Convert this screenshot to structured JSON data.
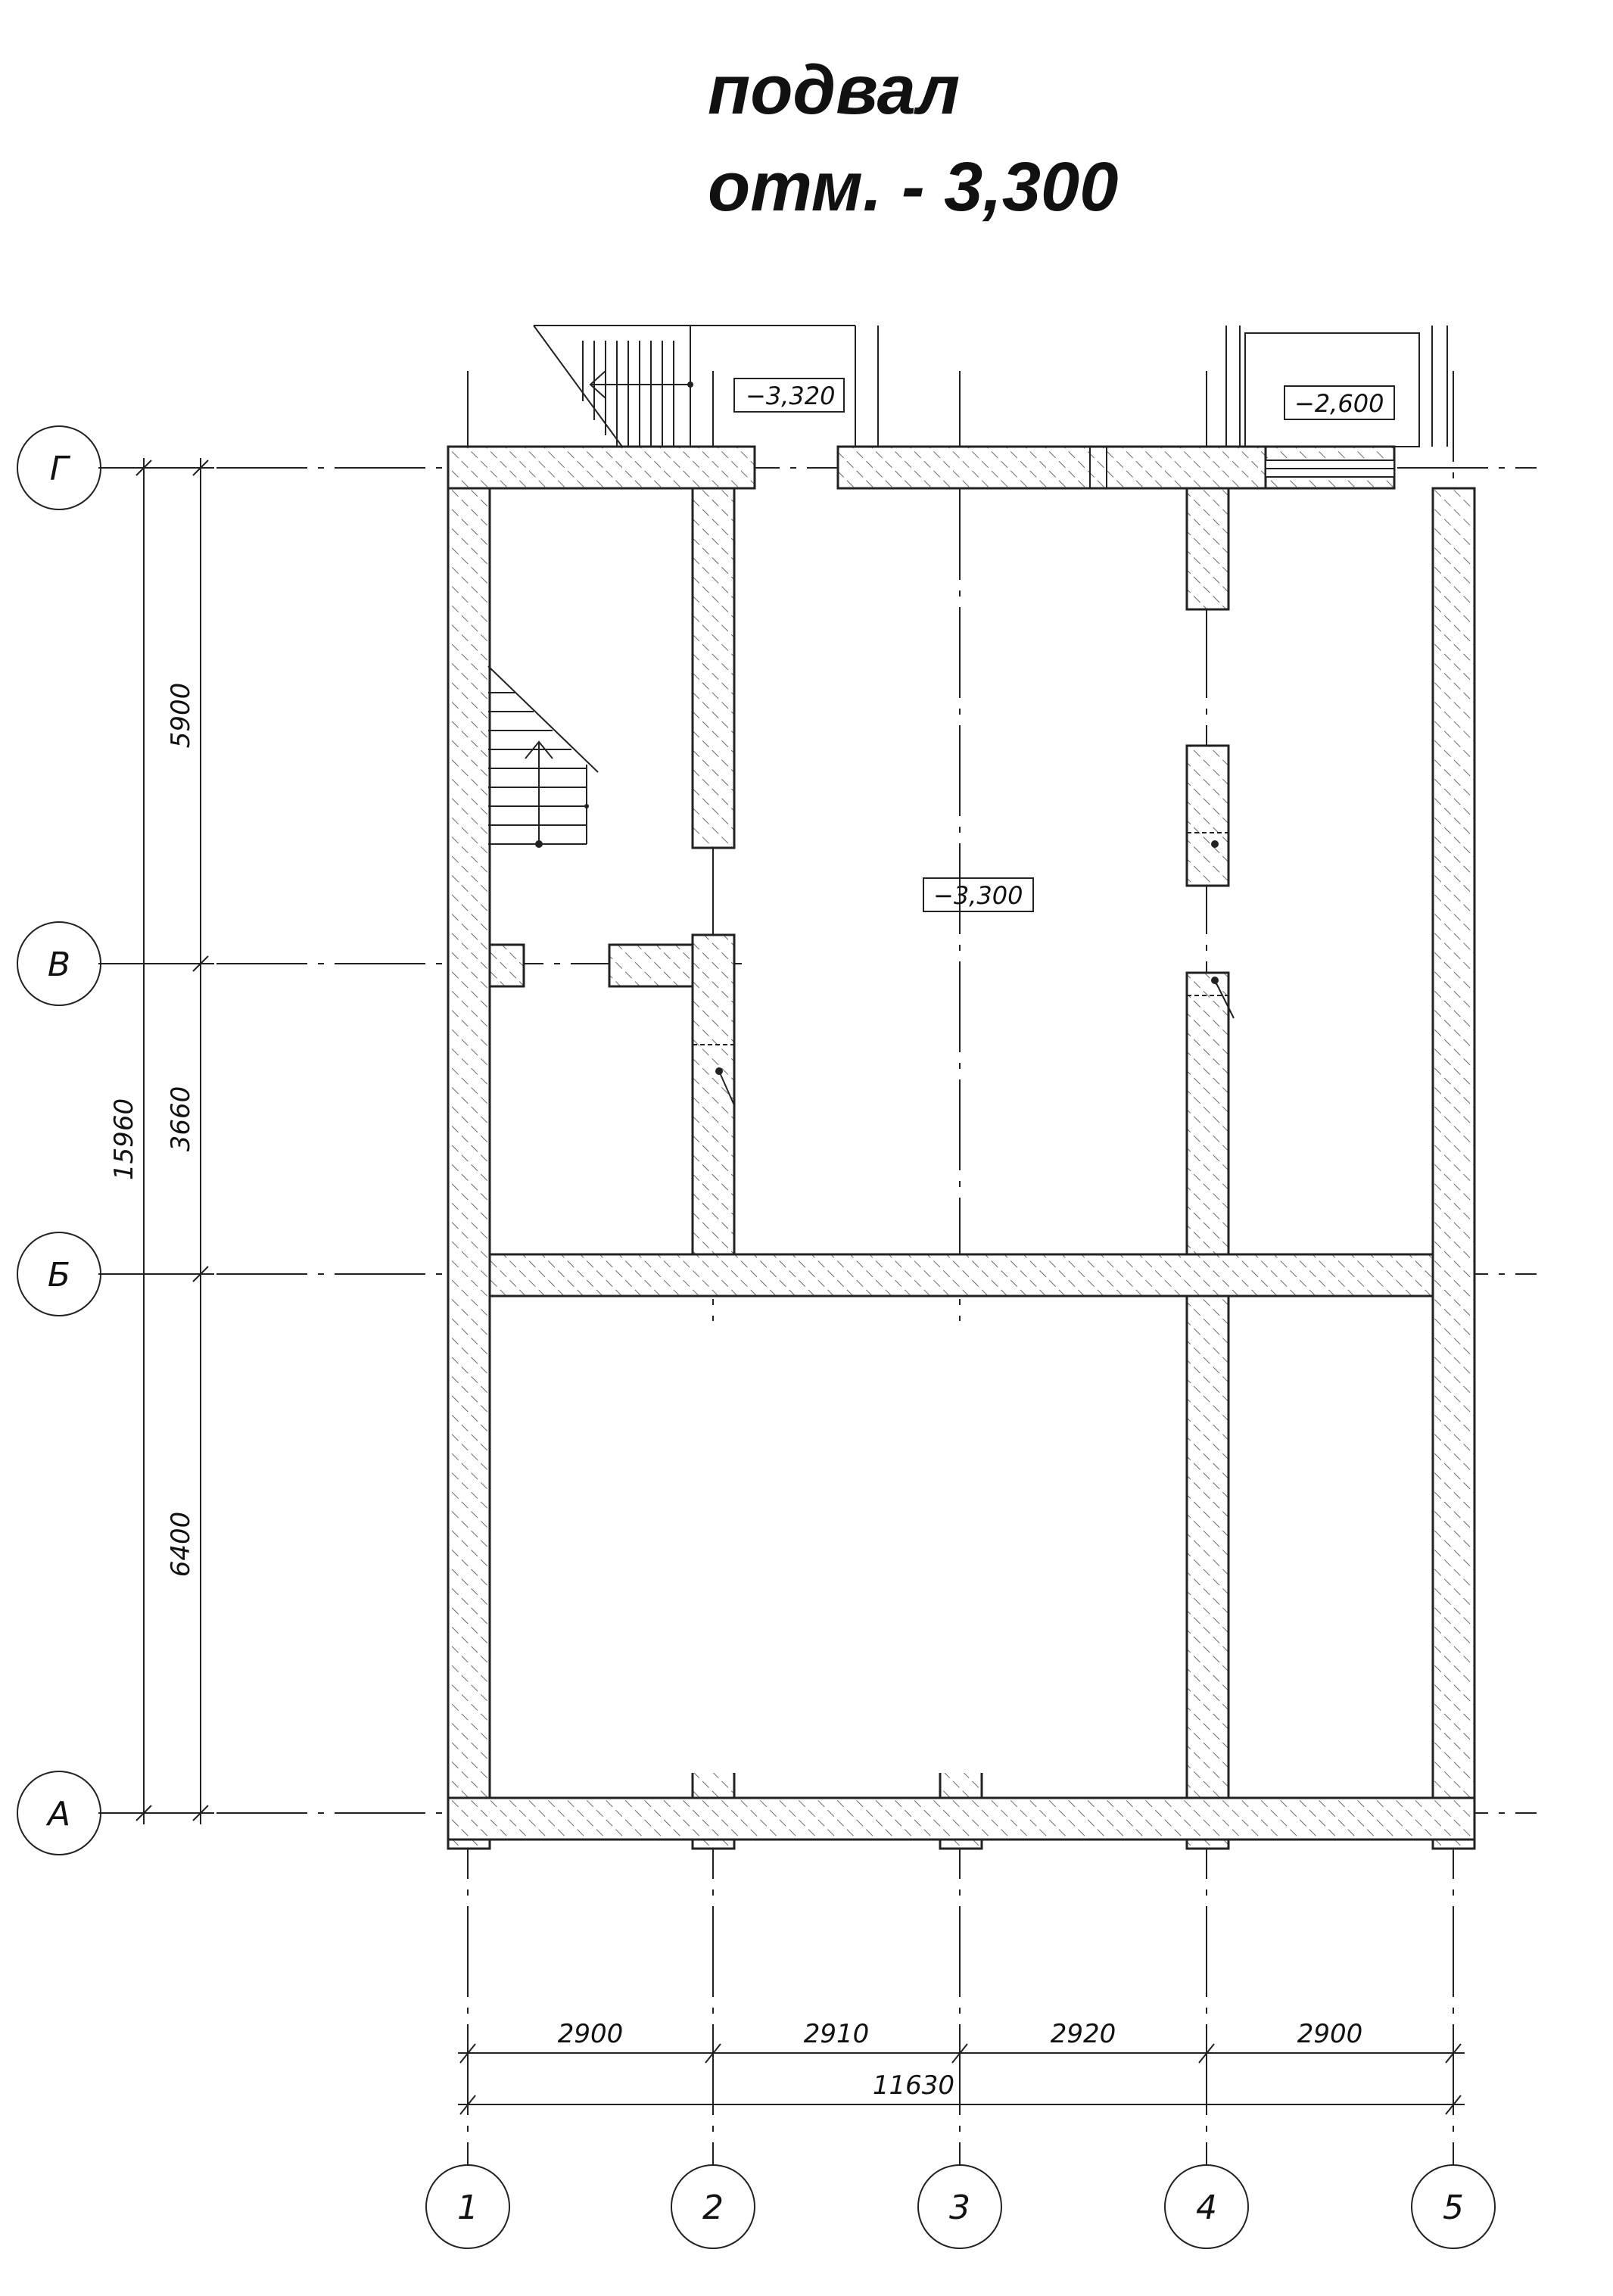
{
  "title": {
    "line1": "подвал",
    "line2": "отм. - 3,300"
  },
  "axes": {
    "rows": [
      "Г",
      "В",
      "Б",
      "А"
    ],
    "cols": [
      "1",
      "2",
      "3",
      "4",
      "5"
    ]
  },
  "levels": {
    "entrance_left": "−3,320",
    "entrance_right": "−2,600",
    "floor": "−3,300"
  },
  "dimensions": {
    "vertical": [
      "5900",
      "3660",
      "6400"
    ],
    "vertical_total": "15960",
    "horizontal": [
      "2900",
      "2910",
      "2920",
      "2900"
    ],
    "horizontal_total": "11630"
  }
}
